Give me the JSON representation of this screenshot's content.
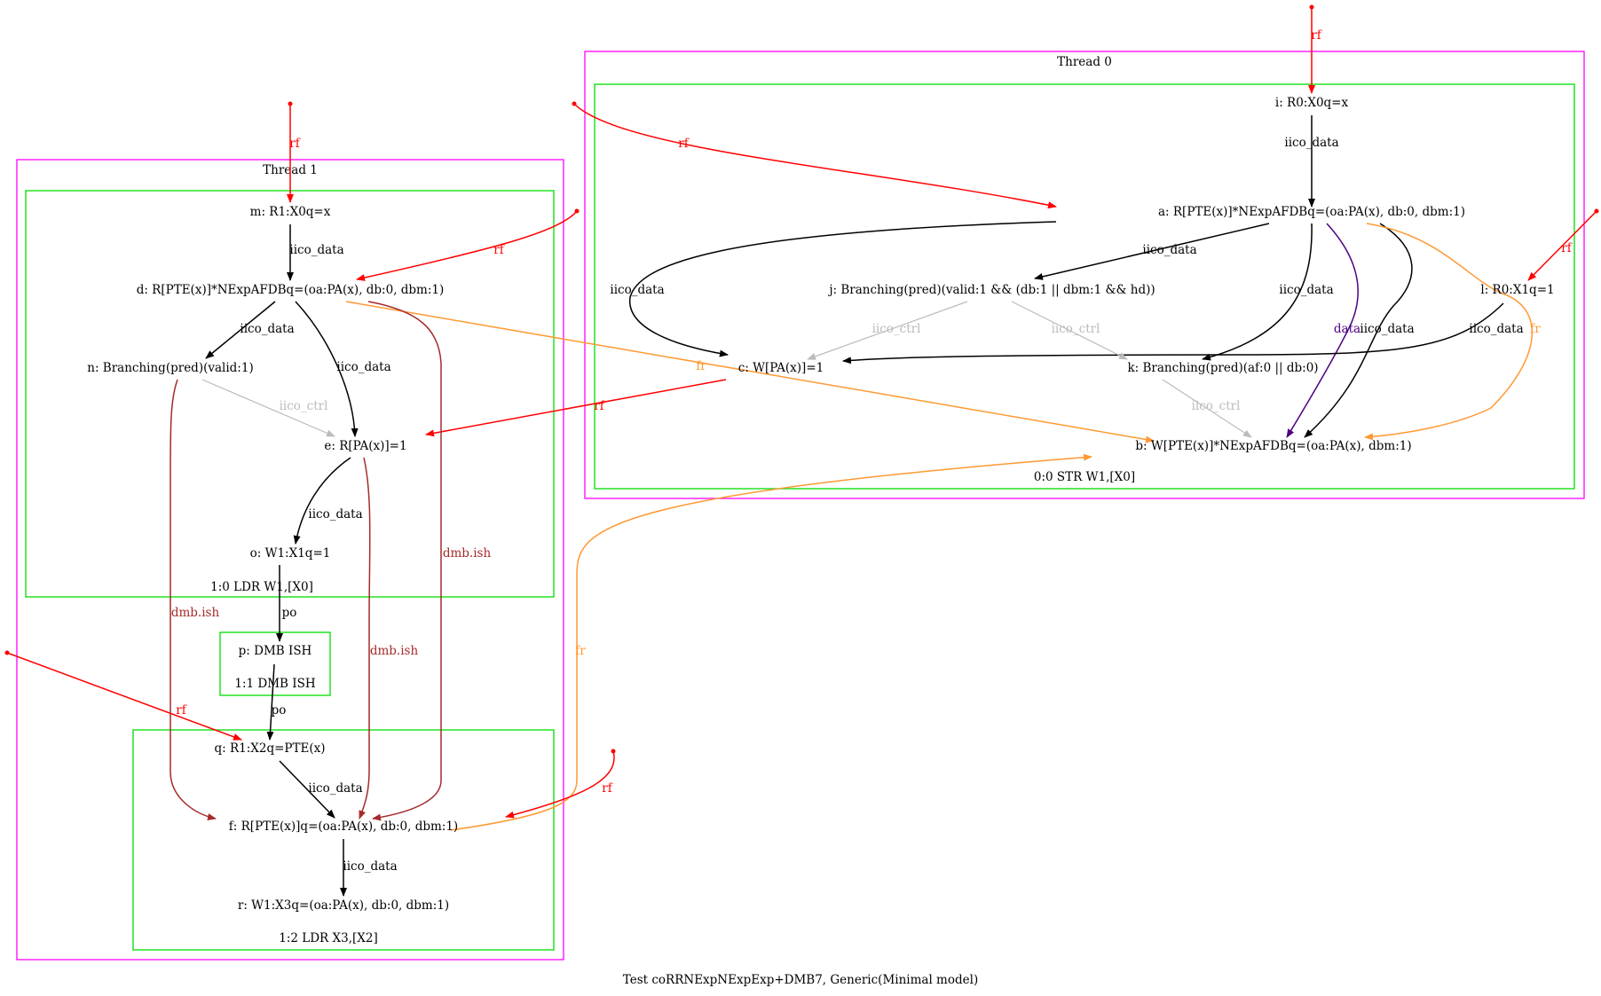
{
  "caption": "Test coRRNExpNExpExp+DMB7, Generic(Minimal model)",
  "colors": {
    "thread_box": "#ff00ff",
    "instr_box": "#00dd00",
    "rf": "#ff0000",
    "fr": "#ff9933",
    "iico_data": "#000000",
    "iico_ctrl": "#bbbbbb",
    "dmb": "#a52a2a",
    "data": "#4b0082",
    "po": "#000000"
  },
  "threads": [
    {
      "id": "t0",
      "label": "Thread 0"
    },
    {
      "id": "t1",
      "label": "Thread 1"
    }
  ],
  "instruction_boxes": [
    {
      "id": "ib00",
      "label": "0:0 STR W1,[X0]"
    },
    {
      "id": "ib10",
      "label": "1:0 LDR W1,[X0]"
    },
    {
      "id": "ib11",
      "label": "1:1 DMB ISH"
    },
    {
      "id": "ib12",
      "label": "1:2 LDR X3,[X2]"
    }
  ],
  "nodes": [
    {
      "id": "i",
      "label": "i: R0:X0q=x"
    },
    {
      "id": "a",
      "label": "a: R[PTE(x)]*NExpAFDBq=(oa:PA(x), db:0, dbm:1)"
    },
    {
      "id": "j",
      "label": "j: Branching(pred)(valid:1 && (db:1 || dbm:1 && hd))"
    },
    {
      "id": "l",
      "label": "l: R0:X1q=1"
    },
    {
      "id": "c",
      "label": "c: W[PA(x)]=1"
    },
    {
      "id": "k",
      "label": "k: Branching(pred)(af:0 || db:0)"
    },
    {
      "id": "b",
      "label": "b: W[PTE(x)]*NExpAFDBq=(oa:PA(x), dbm:1)"
    },
    {
      "id": "m",
      "label": "m: R1:X0q=x"
    },
    {
      "id": "d",
      "label": "d: R[PTE(x)]*NExpAFDBq=(oa:PA(x), db:0, dbm:1)"
    },
    {
      "id": "n",
      "label": "n: Branching(pred)(valid:1)"
    },
    {
      "id": "e",
      "label": "e: R[PA(x)]=1"
    },
    {
      "id": "o",
      "label": "o: W1:X1q=1"
    },
    {
      "id": "p",
      "label": "p: DMB ISH"
    },
    {
      "id": "q",
      "label": "q: R1:X2q=PTE(x)"
    },
    {
      "id": "f",
      "label": "f: R[PTE(x)]q=(oa:PA(x), db:0, dbm:1)"
    },
    {
      "id": "r",
      "label": "r: W1:X3q=(oa:PA(x), db:0, dbm:1)"
    }
  ],
  "edges": [
    {
      "id": "e1",
      "kind": "rf",
      "label": "rf",
      "from": "init",
      "to": "i"
    },
    {
      "id": "e2",
      "kind": "iico_data",
      "label": "iico_data",
      "from": "i",
      "to": "a"
    },
    {
      "id": "e3",
      "kind": "rf",
      "label": "rf",
      "from": "init",
      "to": "a"
    },
    {
      "id": "e4",
      "kind": "iico_data",
      "label": "iico_data",
      "from": "a",
      "to": "c"
    },
    {
      "id": "e5",
      "kind": "iico_data",
      "label": "iico_data",
      "from": "a",
      "to": "j"
    },
    {
      "id": "e6",
      "kind": "iico_data",
      "label": "iico_data",
      "from": "a",
      "to": "k"
    },
    {
      "id": "e7",
      "kind": "data",
      "label": "data",
      "from": "a",
      "to": "b"
    },
    {
      "id": "e8",
      "kind": "iico_data",
      "label": "iico_data",
      "from": "a",
      "to": "b"
    },
    {
      "id": "e9",
      "kind": "fr",
      "label": "fr",
      "from": "a",
      "to": "b"
    },
    {
      "id": "e10",
      "kind": "rf",
      "label": "rf",
      "from": "init",
      "to": "l"
    },
    {
      "id": "e11",
      "kind": "iico_data",
      "label": "iico_data",
      "from": "l",
      "to": "c"
    },
    {
      "id": "e12",
      "kind": "iico_ctrl",
      "label": "iico_ctrl",
      "from": "j",
      "to": "c"
    },
    {
      "id": "e13",
      "kind": "iico_ctrl",
      "label": "iico_ctrl",
      "from": "j",
      "to": "k"
    },
    {
      "id": "e14",
      "kind": "iico_ctrl",
      "label": "iico_ctrl",
      "from": "k",
      "to": "b"
    },
    {
      "id": "e15",
      "kind": "rf",
      "label": "rf",
      "from": "c",
      "to": "e"
    },
    {
      "id": "e16",
      "kind": "fr",
      "label": "fr",
      "from": "d",
      "to": "b"
    },
    {
      "id": "e17",
      "kind": "fr",
      "label": "fr",
      "from": "f",
      "to": "b"
    },
    {
      "id": "e18",
      "kind": "rf",
      "label": "rf",
      "from": "init",
      "to": "m"
    },
    {
      "id": "e19",
      "kind": "iico_data",
      "label": "iico_data",
      "from": "m",
      "to": "d"
    },
    {
      "id": "e20",
      "kind": "rf",
      "label": "rf",
      "from": "init",
      "to": "d"
    },
    {
      "id": "e21",
      "kind": "iico_data",
      "label": "iico_data",
      "from": "d",
      "to": "n"
    },
    {
      "id": "e22",
      "kind": "iico_data",
      "label": "iico_data",
      "from": "d",
      "to": "e"
    },
    {
      "id": "e23",
      "kind": "iico_ctrl",
      "label": "iico_ctrl",
      "from": "n",
      "to": "e"
    },
    {
      "id": "e24",
      "kind": "iico_data",
      "label": "iico_data",
      "from": "e",
      "to": "o"
    },
    {
      "id": "e25",
      "kind": "dmb",
      "label": "dmb.ish",
      "from": "n",
      "to": "f"
    },
    {
      "id": "e26",
      "kind": "dmb",
      "label": "dmb.ish",
      "from": "e",
      "to": "f"
    },
    {
      "id": "e27",
      "kind": "dmb",
      "label": "dmb.ish",
      "from": "d",
      "to": "f"
    },
    {
      "id": "e28",
      "kind": "po",
      "label": "po",
      "from": "o",
      "to": "p"
    },
    {
      "id": "e29",
      "kind": "po",
      "label": "po",
      "from": "p",
      "to": "q"
    },
    {
      "id": "e30",
      "kind": "rf",
      "label": "rf",
      "from": "init",
      "to": "q"
    },
    {
      "id": "e31",
      "kind": "iico_data",
      "label": "iico_data",
      "from": "q",
      "to": "f"
    },
    {
      "id": "e32",
      "kind": "rf",
      "label": "rf",
      "from": "init",
      "to": "f"
    },
    {
      "id": "e33",
      "kind": "iico_data",
      "label": "iico_data",
      "from": "f",
      "to": "r"
    }
  ]
}
